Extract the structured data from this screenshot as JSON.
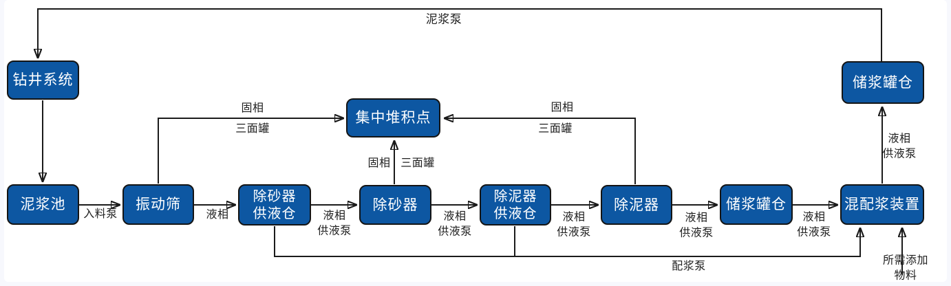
{
  "nodes": {
    "drilling_system": {
      "label": "钻井系统"
    },
    "mud_pit": {
      "label": "泥浆池"
    },
    "shaker": {
      "label": "振动筛"
    },
    "desander_tank": {
      "label": "除砂器\n供液仓"
    },
    "desander": {
      "label": "除砂器"
    },
    "desilter_tank": {
      "label": "除泥器\n供液仓"
    },
    "desilter": {
      "label": "除泥器"
    },
    "slurry_storage": {
      "label": "储浆罐仓"
    },
    "mixer": {
      "label": "混配浆装置"
    },
    "pile_point": {
      "label": "集中堆积点"
    },
    "slurry_storage_top": {
      "label": "储浆罐仓"
    }
  },
  "edge_labels": {
    "mud_pump": "泥浆泵",
    "feed_pump": "入料泵",
    "liquid_phase": "液相",
    "liquid_supply_1": "液相\n供液泵",
    "liquid_supply_2": "液相\n供液泵",
    "liquid_supply_3": "液相\n供液泵",
    "liquid_supply_4": "液相\n供液泵",
    "liquid_supply_5": "液相\n供液泵",
    "liquid_supply_vertical": "液相\n供液泵",
    "solid_left_top": "固相",
    "solid_left_bottom": "三面罐",
    "solid_mid_left": "固相",
    "solid_mid_right": "三面罐",
    "solid_right_top": "固相",
    "solid_right_bottom": "三面罐",
    "slurry_pump": "配浆泵",
    "required_materials": "所需添加物料"
  },
  "colors": {
    "node_fill": "#0d57a2",
    "node_border": "#141414",
    "node_text": "#ffffff",
    "line": "#1a1a1a",
    "label_text": "#1f1f1f"
  }
}
